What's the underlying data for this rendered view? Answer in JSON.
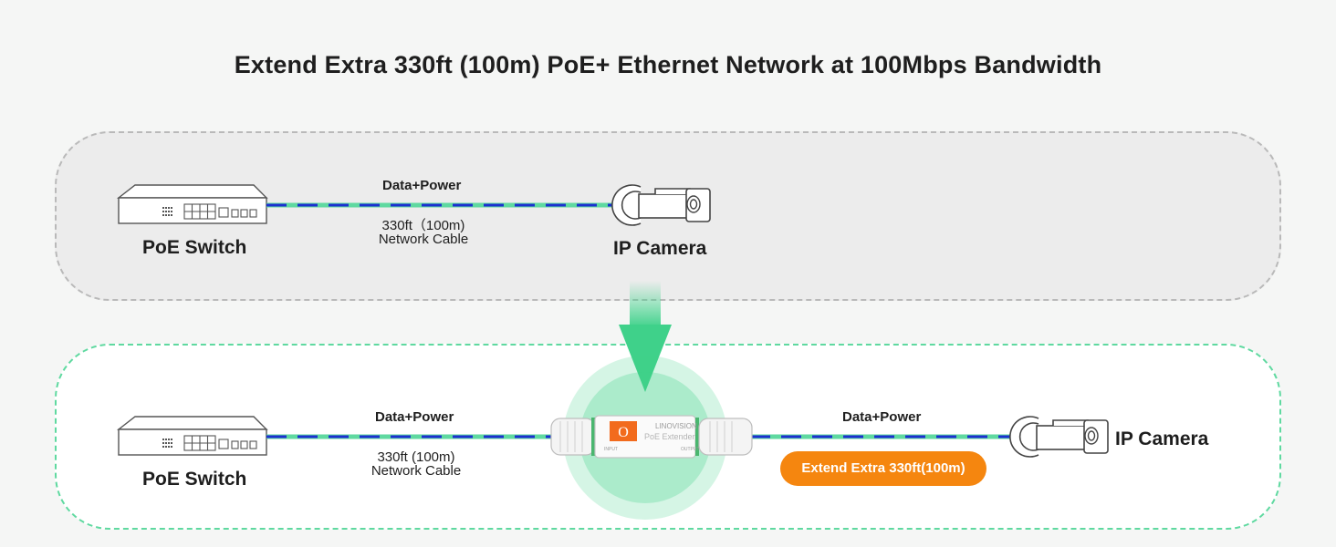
{
  "title": "Extend Extra 330ft (100m)  PoE+ Ethernet Network at 100Mbps Bandwidth",
  "colors": {
    "cable_green": "#5fd9a0",
    "cable_blue": "#1c2fd0",
    "accent_green": "#3fd18a",
    "accent_orange": "#f5860f",
    "panel_gray": "#ececec"
  },
  "top_scenario": {
    "switch_label": "PoE Switch",
    "cable_top_label": "Data+Power",
    "cable_length": "330ft（100m)",
    "cable_type": "Network Cable",
    "camera_label": "IP Camera"
  },
  "bottom_scenario": {
    "switch_label": "PoE Switch",
    "cable1_top_label": "Data+Power",
    "cable1_length": "330ft (100m)",
    "cable1_type": "Network Cable",
    "cable2_top_label": "Data+Power",
    "extender_badge": "Extend Extra 330ft(100m)",
    "camera_label": "IP Camera",
    "extender": {
      "brand": "LINOVISION",
      "model": "PoE Extender",
      "port_in": "INPUT",
      "port_out": "OUTPUT",
      "logo_glyph": "O"
    }
  },
  "icons": [
    "poe-switch-icon",
    "ip-camera-icon",
    "down-arrow-icon",
    "poe-extender-icon"
  ]
}
